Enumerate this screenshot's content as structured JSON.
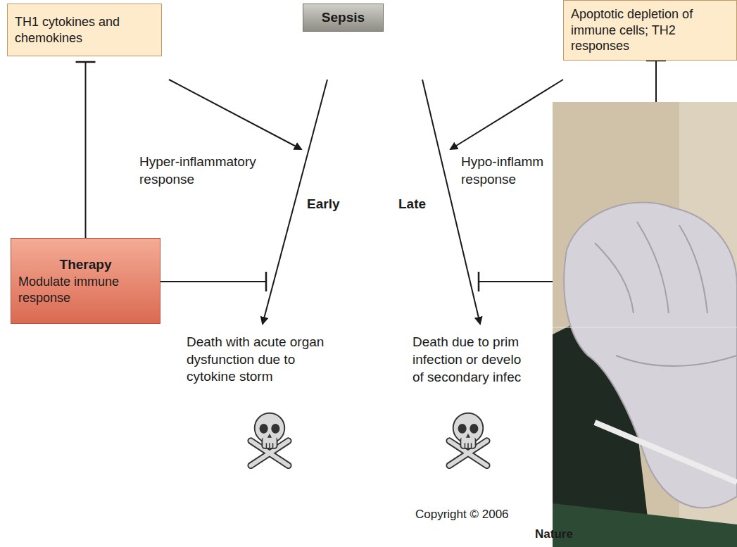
{
  "diagram": {
    "nodes": [
      {
        "text": [
          "TH1 cytokines and chemokines"
        ]
      },
      {
        "text": [
          "Sepsis"
        ]
      },
      {
        "text": [
          "Apoptotic depletion of immune cells; TH2 responses"
        ]
      },
      {
        "text": [
          "Therapy",
          "Modulate immune response"
        ]
      }
    ],
    "edges": [
      {
        "from": 3,
        "to": 0,
        "arrow": "to"
      }
    ],
    "labels": [
      "Hyper-inflammatory response",
      "Early",
      "Late",
      "Hypo-inflamm response",
      "Death with acute organ dysfunction due to cytokine storm",
      "Death due to prim",
      "infection or develo",
      "of secondary infec",
      "Copyright © 2006",
      "Nature"
    ]
  }
}
